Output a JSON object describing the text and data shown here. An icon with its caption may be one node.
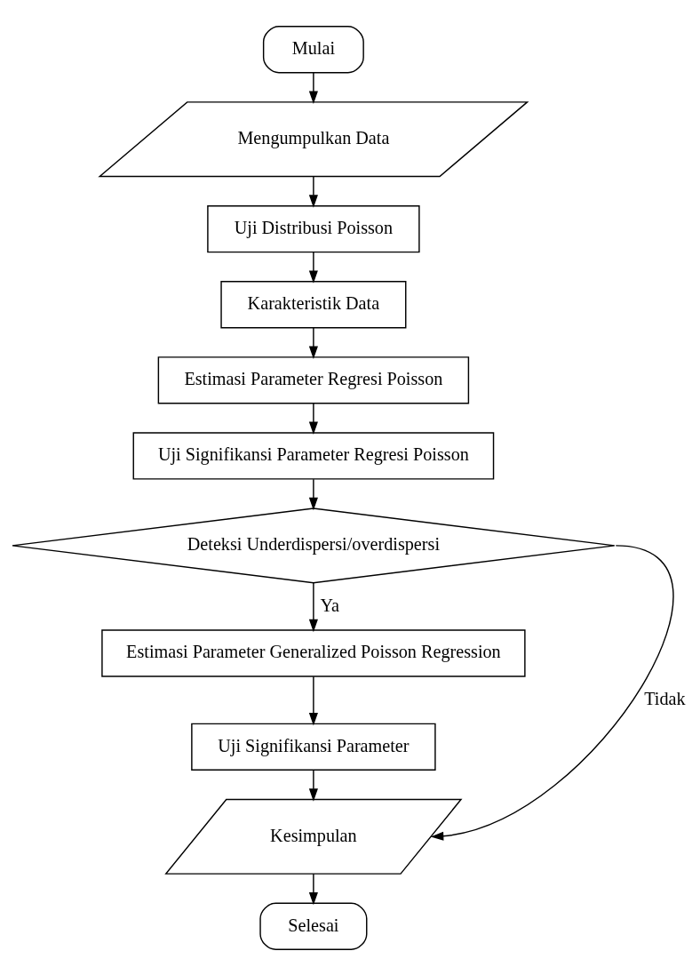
{
  "diagram": {
    "nodes": [
      {
        "text": [
          "Mulai"
        ]
      },
      {
        "text": [
          "Mengumpulkan Data"
        ]
      },
      {
        "text": [
          "Uji Distribusi Poisson"
        ]
      },
      {
        "text": [
          "Karakteristik Data"
        ]
      },
      {
        "text": [
          "Estimasi Parameter Regresi Poisson"
        ]
      },
      {
        "text": [
          "Uji Signifikansi Parameter Regresi Poisson"
        ]
      },
      {
        "text": [
          "Deteksi Underdispersi/overdispersi"
        ]
      },
      {
        "text": [
          "Estimasi Parameter Generalized Poisson Regression"
        ]
      },
      {
        "text": [
          "Uji Signifikansi Parameter"
        ]
      },
      {
        "text": [
          "Kesimpulan"
        ]
      },
      {
        "text": [
          "Selesai"
        ]
      }
    ],
    "edges": [
      {
        "from": 0,
        "to": 1,
        "arrow": "to"
      },
      {
        "from": 1,
        "to": 2,
        "arrow": "to"
      },
      {
        "from": 2,
        "to": 3,
        "arrow": "to"
      },
      {
        "from": 3,
        "to": 4,
        "arrow": "to"
      },
      {
        "from": 4,
        "to": 5,
        "arrow": "to"
      },
      {
        "from": 5,
        "to": 6,
        "arrow": "to"
      },
      {
        "from": 6,
        "to": 7,
        "arrow": "to",
        "label": "Ya"
      },
      {
        "from": 7,
        "to": 8,
        "arrow": "to"
      },
      {
        "from": 8,
        "to": 9,
        "arrow": "to"
      },
      {
        "from": 6,
        "to": 9,
        "arrow": "to",
        "label": "Tidak"
      },
      {
        "from": 9,
        "to": 10,
        "arrow": "to"
      }
    ]
  }
}
